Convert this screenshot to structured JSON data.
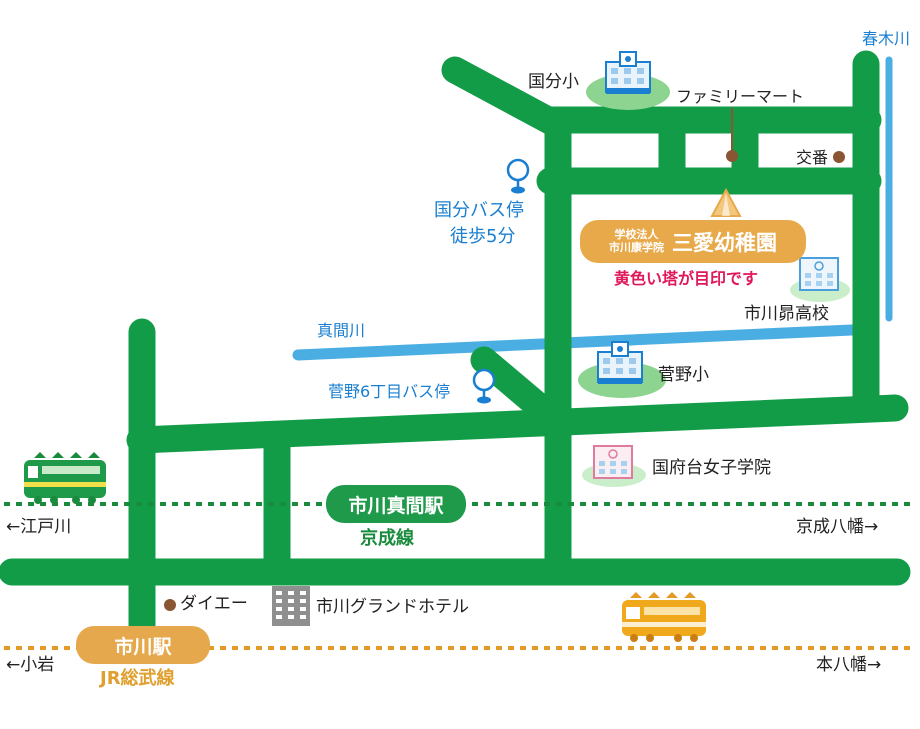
{
  "map": {
    "rivers": {
      "haruki": "春木川",
      "mama": "真間川"
    },
    "schools": {
      "kokubun": "国分小",
      "sugano": "菅野小",
      "subaru": "市川昴高校",
      "konodai": "国府台女子学院"
    },
    "shops": {
      "familymart": "ファミリーマート",
      "koban": "交番",
      "daiei": "ダイエー",
      "hotel": "市川グランドホテル"
    },
    "bus_stops": {
      "kokubun_stop": "国分バス停",
      "kokubun_walk": "徒歩5分",
      "sugano_stop": "菅野6丁目バス停"
    },
    "kindergarten": {
      "corp_line1": "学校法人",
      "corp_line2": "市川康学院",
      "name": "三愛幼稚園",
      "landmark": "黄色い塔が目印です"
    },
    "stations": {
      "keisei_station": "市川真間駅",
      "keisei_line": "京成線",
      "jr_station": "市川駅",
      "jr_line": "JR総武線"
    },
    "directions": {
      "edogawa": "←江戸川",
      "keisei_yawata": "京成八幡→",
      "koiwa": "←小岩",
      "motoyawata": "本八幡→"
    },
    "colors": {
      "road": "#129c48",
      "river": "#4aaee3",
      "keisei_track": "#1a8a3c",
      "jr_track": "#e69a26",
      "kindergarten_pill": "#e8a94a",
      "station_pill_keisei": "#1f9a4a",
      "station_pill_jr": "#e6a84c",
      "landmark_text": "#e0195a",
      "label_blue": "#1a7fd0"
    },
    "icons": {
      "school": "school-building-icon",
      "bus_stop": "bus-stop-pin-icon",
      "train_keisei": "green-train-icon",
      "train_jr": "orange-train-icon",
      "tower": "yellow-tower-marker-icon",
      "hotel": "hotel-building-icon"
    }
  }
}
